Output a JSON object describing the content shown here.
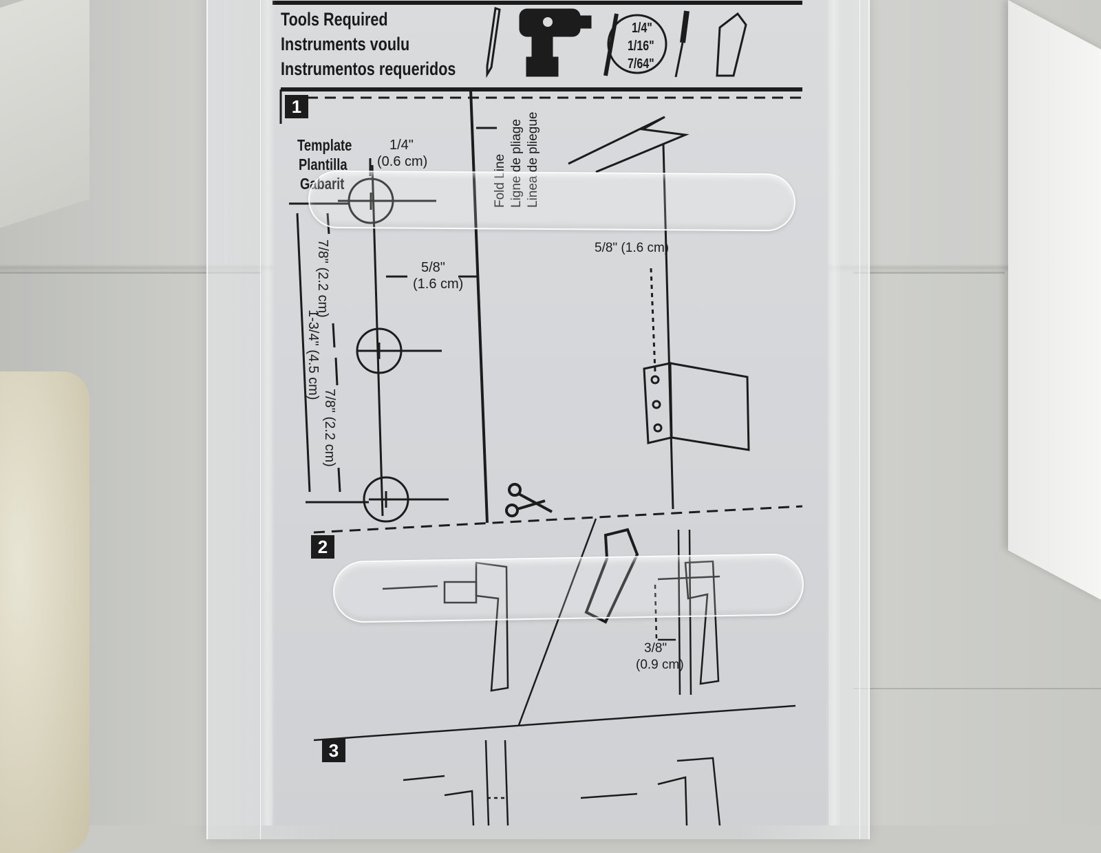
{
  "tools": {
    "title_en": "Tools Required",
    "title_fr": "Instruments voulu",
    "title_es": "Instrumentos requeridos",
    "bit_sizes": [
      "1/4\"",
      "1/16\"",
      "7/64\""
    ],
    "icons": [
      "pencil-icon",
      "drill-icon",
      "drill-bit-icon",
      "screwdriver-icon",
      "hacksaw-icon"
    ]
  },
  "step1": {
    "number": "1",
    "template_en": "Template",
    "template_es": "Plantilla",
    "template_fr": "Gabarit",
    "dim_top": "1/4\"",
    "dim_top_cm": "(0.6 cm)",
    "dim_offset": "5/8\"",
    "dim_offset_cm": "(1.6 cm)",
    "dim_spacing_a": "7/8\" (2.2 cm)",
    "dim_spacing_b": "7/8\" (2.2 cm)",
    "dim_total": "1-3/4\" (4.5 cm)",
    "fold_en": "Fold Line",
    "fold_fr": "Ligne de pliage",
    "fold_es": "Linea de pliegue",
    "dim_right": "5/8\" (1.6 cm)"
  },
  "step2": {
    "number": "2",
    "dim": "3/8\"",
    "dim_cm": "(0.9 cm)"
  },
  "step3": {
    "number": "3"
  }
}
